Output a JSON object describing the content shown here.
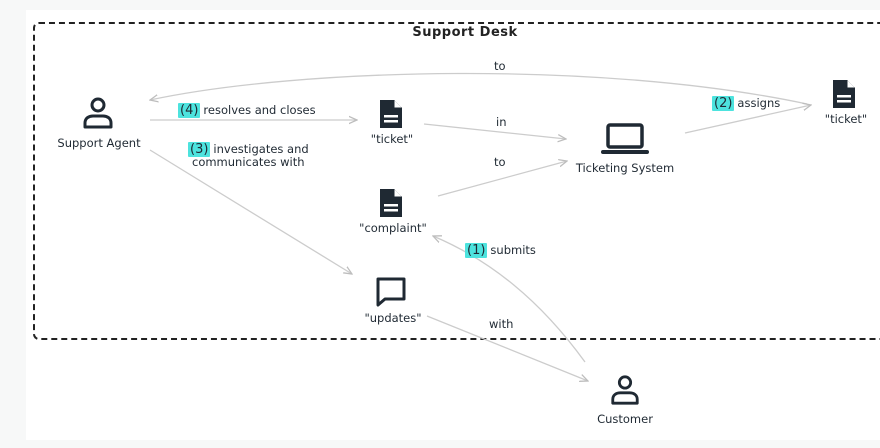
{
  "diagram": {
    "group_title": "Support Desk",
    "nodes": {
      "support_agent": "Support Agent",
      "ticket_1": "\"ticket\"",
      "ticketing_system": "Ticketing System",
      "ticket_2": "\"ticket\"",
      "complaint": "\"complaint\"",
      "updates": "\"updates\"",
      "customer": "Customer"
    },
    "edges": {
      "to_top": "to",
      "resolves_step": "(4)",
      "resolves": "resolves and closes",
      "in": "in",
      "assigns_step": "(2)",
      "assigns": "assigns",
      "investigates_step": "(3)",
      "investigates_line1": "investigates and",
      "investigates_line2": "communicates with",
      "to_mid": "to",
      "submits_step": "(1)",
      "submits": "submits",
      "with": "with"
    },
    "icons": {
      "support_agent": "person-icon",
      "ticket_1": "document-icon",
      "ticketing_system": "laptop-icon",
      "ticket_2": "document-icon",
      "complaint": "document-icon",
      "updates": "chat-bubble-icon",
      "customer": "person-icon"
    },
    "colors": {
      "step_highlight": "#4de3de",
      "connector": "#c8c8c8",
      "icon": "#1f2933"
    }
  }
}
